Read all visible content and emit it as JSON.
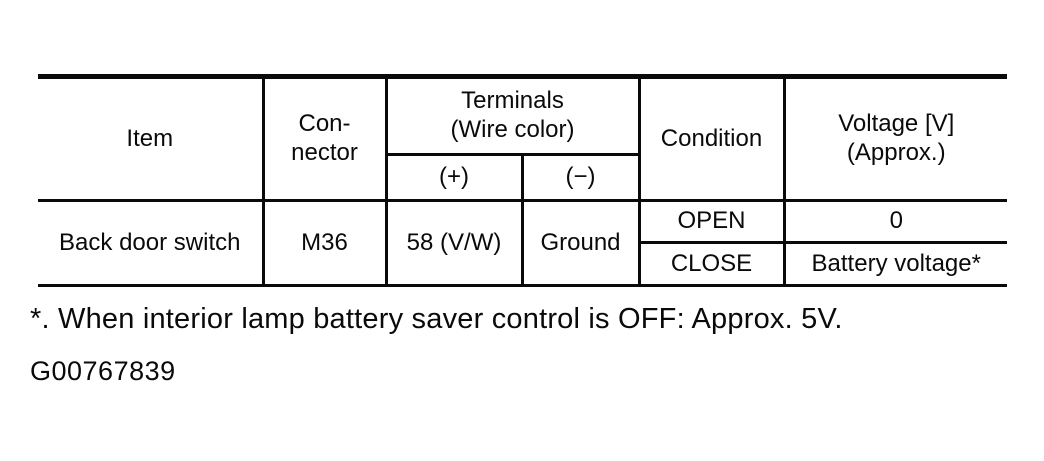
{
  "figure": {
    "table": {
      "headers": {
        "item": "Item",
        "connector": "Con-\nnector",
        "terminals": "Terminals\n(Wire color)",
        "terminal_plus": "(+)",
        "terminal_minus": "(−)",
        "condition": "Condition",
        "voltage": "Voltage [V]\n(Approx.)"
      },
      "row": {
        "item": "Back door switch",
        "connector": "M36",
        "terminal_plus": "58 (V/W)",
        "terminal_minus": "Ground",
        "conditions": [
          {
            "condition": "OPEN",
            "voltage": "0"
          },
          {
            "condition": "CLOSE",
            "voltage": "Battery voltage*"
          }
        ]
      }
    },
    "footnote": "*. When interior lamp battery saver control is OFF: Approx. 5V.",
    "figure_id": "G00767839",
    "colors": {
      "ink": "#0a0a0a",
      "background": "#ffffff"
    }
  }
}
